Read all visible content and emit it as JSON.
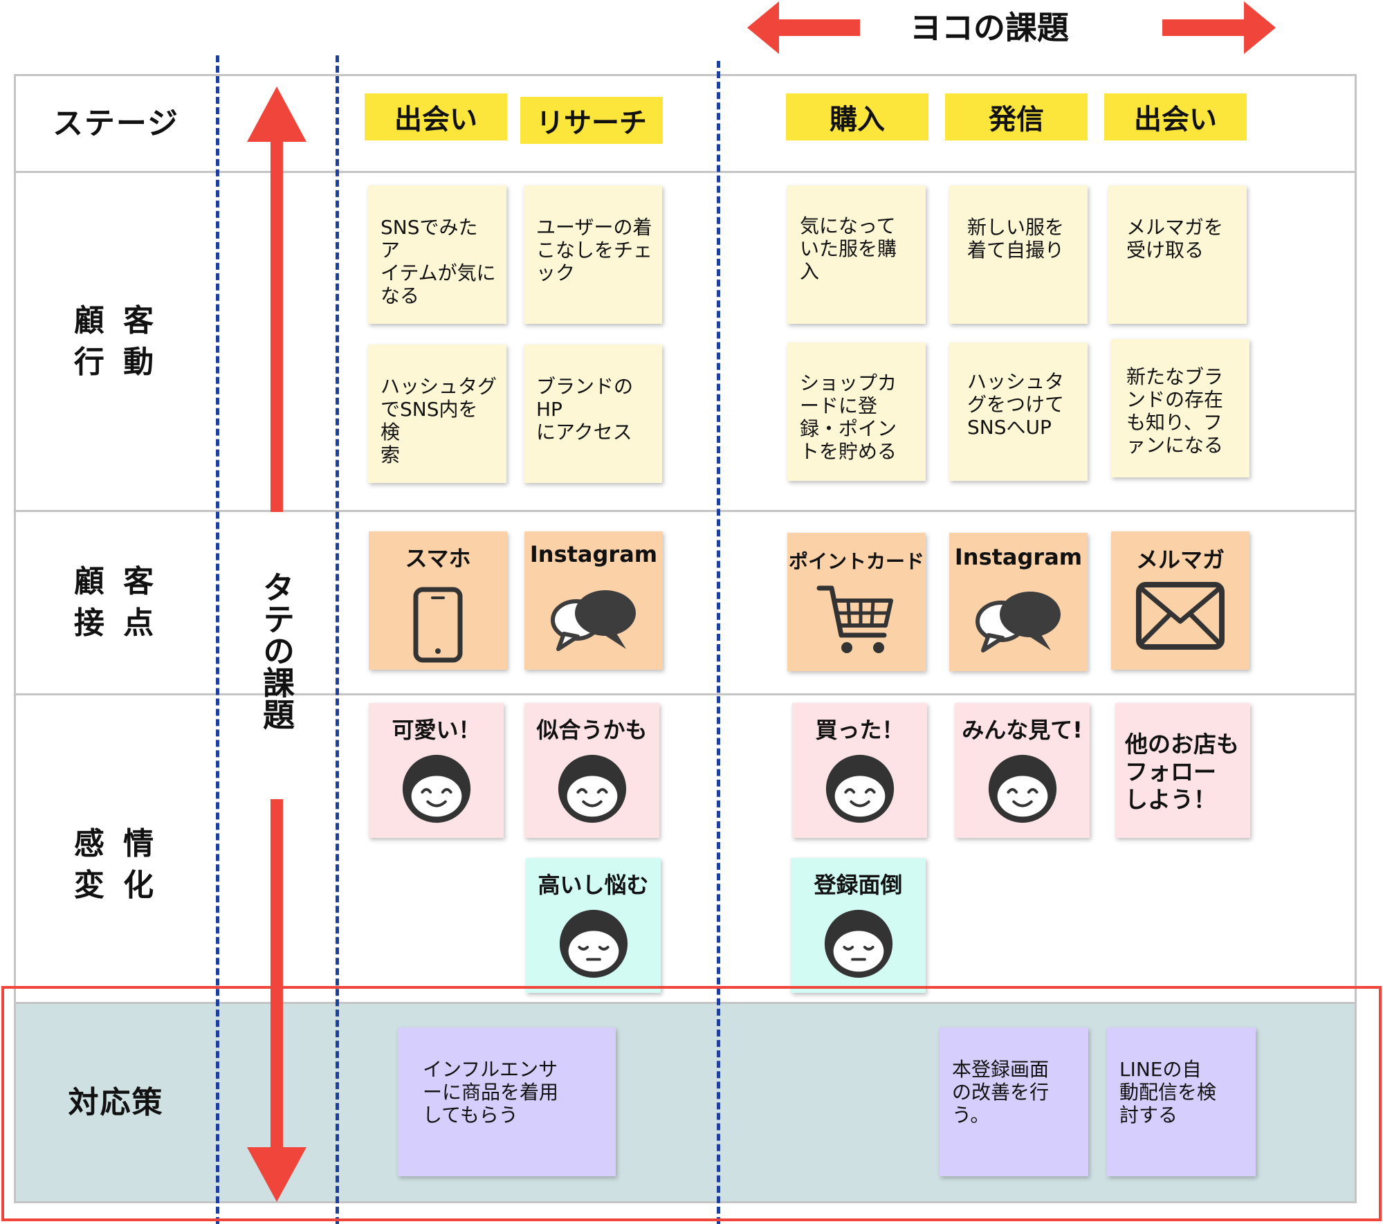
{
  "header": {
    "horizontal_label": "ヨコの課題",
    "vertical_label": "タテの課題"
  },
  "rows": {
    "stage": "ステージ",
    "behavior": "顧 客\n行 動",
    "touchpoint": "顧 客\n接 点",
    "emotion": "感 情\n変 化",
    "measures": "対応策"
  },
  "stages": [
    "出会い",
    "リサーチ",
    "購入",
    "発信",
    "出会い"
  ],
  "behaviors": {
    "col1": [
      "SNSでみたア\nイテムが気に\nなる",
      "ハッシュタグ\nでSNS内を検\n索"
    ],
    "col2": [
      "ユーザーの着\nこなしをチェ\nック",
      "ブランドのHP\nにアクセス"
    ],
    "col3": [
      "気になって\nいた服を購\n入",
      "ショップカ\nードに登\n録・ポイン\nトを貯める"
    ],
    "col4": [
      "新しい服を\n着て自撮り",
      "ハッシュタ\nグをつけて\nSNSへUP"
    ],
    "col5": [
      "メルマガを\n受け取る",
      "新たなブラ\nンドの存在\nも知り、フ\nァンになる"
    ]
  },
  "touchpoints": [
    {
      "label": "スマホ",
      "icon": "smartphone-icon"
    },
    {
      "label": "Instagram",
      "icon": "speech-bubbles-icon"
    },
    {
      "label": "ポイントカード",
      "icon": "shopping-cart-icon"
    },
    {
      "label": "Instagram",
      "icon": "speech-bubbles-icon"
    },
    {
      "label": "メルマガ",
      "icon": "envelope-icon"
    }
  ],
  "emotions": {
    "positive": [
      "可愛い！",
      "似合うかも",
      "買った！",
      "みんな見て!"
    ],
    "neutral_text": "他のお店も\nフォロー\nしよう！",
    "negative": [
      "高いし悩む",
      "登録面倒"
    ]
  },
  "measures": [
    "インフルエンサ\nーに商品を着用\nしてもらう",
    "本登録画面\nの改善を行\nう。",
    "LINEの自\n動配信を検\n討する"
  ],
  "colors": {
    "stage": "#fce63c",
    "behavior_note": "#fdf7d6",
    "touchpoint_note": "#fbd2a8",
    "positive_note": "#fde3e5",
    "negative_note": "#d2fbf3",
    "measure_note": "#d6cefc",
    "measure_row_bg": "#cfe0e3",
    "arrow": "#f0453a",
    "divider": "#1f3f9c"
  }
}
